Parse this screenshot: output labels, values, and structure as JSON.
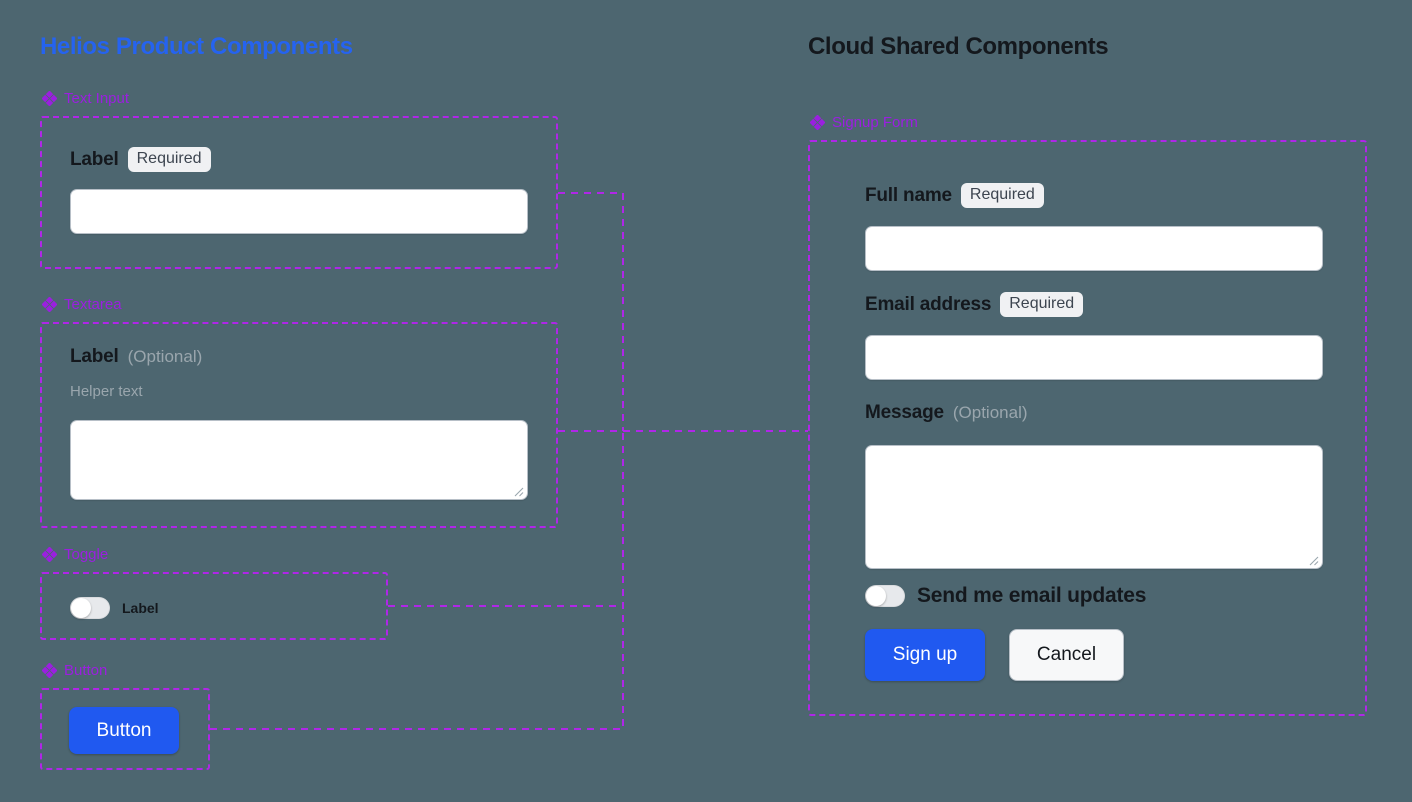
{
  "background_color": "#4d6670",
  "accent": {
    "frame_purple": "#b026e8",
    "label_purple": "#9b1fe0",
    "primary_blue": "#2059f0",
    "title_blue": "#2563f0",
    "text_dark": "#14181d",
    "muted_gray": "#9aa6ad"
  },
  "columns": {
    "left": {
      "title": "Helios Product Components"
    },
    "right": {
      "title": "Cloud Shared Components"
    }
  },
  "left_sections": {
    "text_input": {
      "section_label": "Text Input",
      "field_label": "Label",
      "badge": "Required",
      "input_value": "",
      "input_placeholder": ""
    },
    "textarea": {
      "section_label": "Textarea",
      "field_label": "Label",
      "optional": "(Optional)",
      "helper_text": "Helper text",
      "textarea_value": "",
      "textarea_placeholder": ""
    },
    "toggle": {
      "section_label": "Toggle",
      "toggle_label": "Label",
      "state": "off"
    },
    "button": {
      "section_label": "Button",
      "button_label": "Button"
    }
  },
  "signup_form": {
    "section_label": "Signup Form",
    "fields": {
      "full_name": {
        "label": "Full name",
        "badge": "Required",
        "value": "",
        "placeholder": ""
      },
      "email": {
        "label": "Email address",
        "badge": "Required",
        "value": "",
        "placeholder": ""
      },
      "message": {
        "label": "Message",
        "optional": "(Optional)",
        "value": "",
        "placeholder": ""
      }
    },
    "email_updates_toggle": {
      "label": "Send me email updates",
      "state": "off"
    },
    "actions": {
      "primary": "Sign up",
      "secondary": "Cancel"
    }
  },
  "icons": {
    "section_marker": "diamond-cluster-icon",
    "resize": "resize-grip-icon"
  }
}
